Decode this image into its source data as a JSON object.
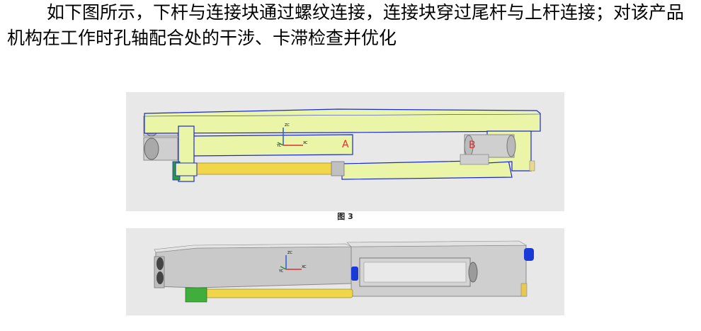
{
  "paragraph": {
    "text": "如下图所示，下杆与连接块通过螺纹连接，连接块穿过尾杆与上杆连接；对该产品机构在工作时孔轴配合处的干涉、卡滞检查并优化"
  },
  "figure1": {
    "caption": "图 3",
    "marker_a": "A",
    "marker_b": "B",
    "axis_z": "ZC",
    "axis_x": "XC",
    "axis_y": "YC"
  },
  "figure2": {
    "axis_z": "ZC",
    "axis_x": "XC",
    "axis_y": "YC"
  },
  "colors": {
    "background": "#e8e8e8",
    "part_fill": "#eaf5a8",
    "part_outline": "#1a2ad0",
    "rod": "#f2d64a",
    "grey_part": "#c8c8c8",
    "blue_cap": "#1a3ad8",
    "green_block": "#3fae3a",
    "marker": "#e03030"
  }
}
